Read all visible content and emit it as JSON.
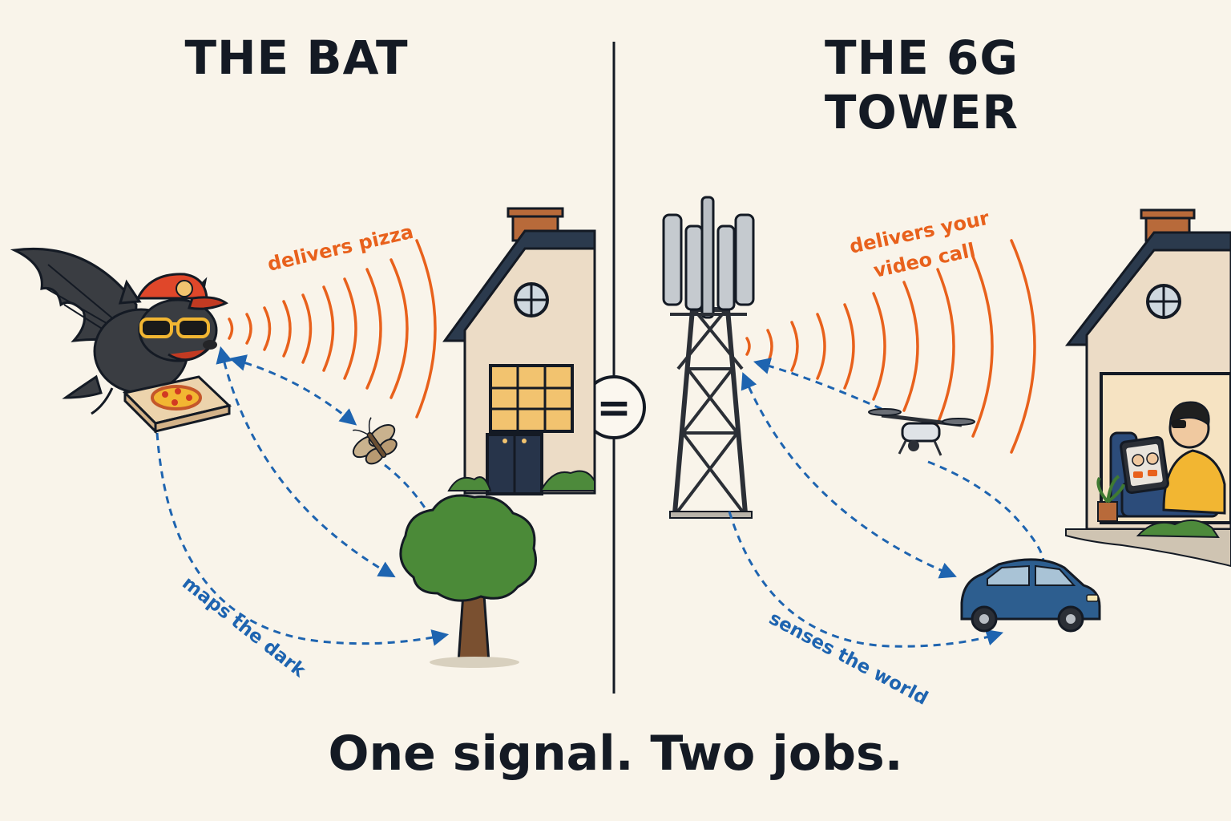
{
  "left_panel": {
    "title": "THE BAT",
    "label_delivery": "delivers pizza",
    "label_sensing": "maps the dark"
  },
  "right_panel": {
    "title": "THE 6G TOWER",
    "label_delivery_line1": "delivers your",
    "label_delivery_line2": "video call",
    "label_sensing": "senses the world"
  },
  "equals_symbol": "=",
  "tagline": "One signal. Two jobs.",
  "colors": {
    "background": "#f9f4ea",
    "ink": "#141a24",
    "signal_orange": "#e8611c",
    "sensing_blue": "#1e64b0"
  }
}
